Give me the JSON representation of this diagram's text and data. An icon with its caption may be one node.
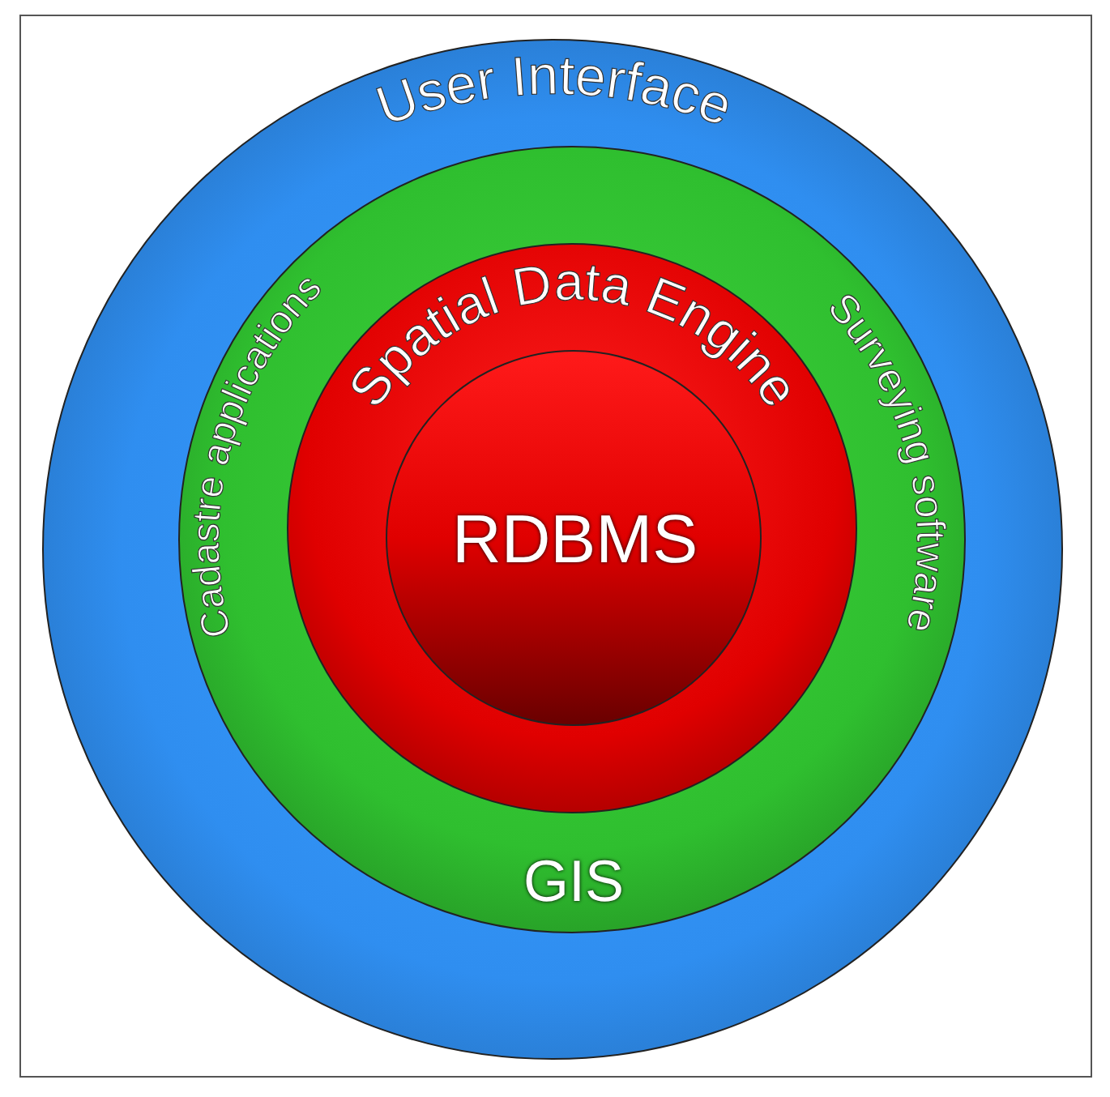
{
  "diagram": {
    "nodes": [
      {
        "text": [
          "User Interface"
        ]
      },
      {
        "text": [
          "Cadastre applications",
          "Surveying software",
          "GIS"
        ],
        "in": 0
      },
      {
        "text": [
          "Spatial Data Engine"
        ],
        "in": 1
      },
      {
        "text": [
          "RDBMS"
        ],
        "in": 2
      }
    ]
  }
}
